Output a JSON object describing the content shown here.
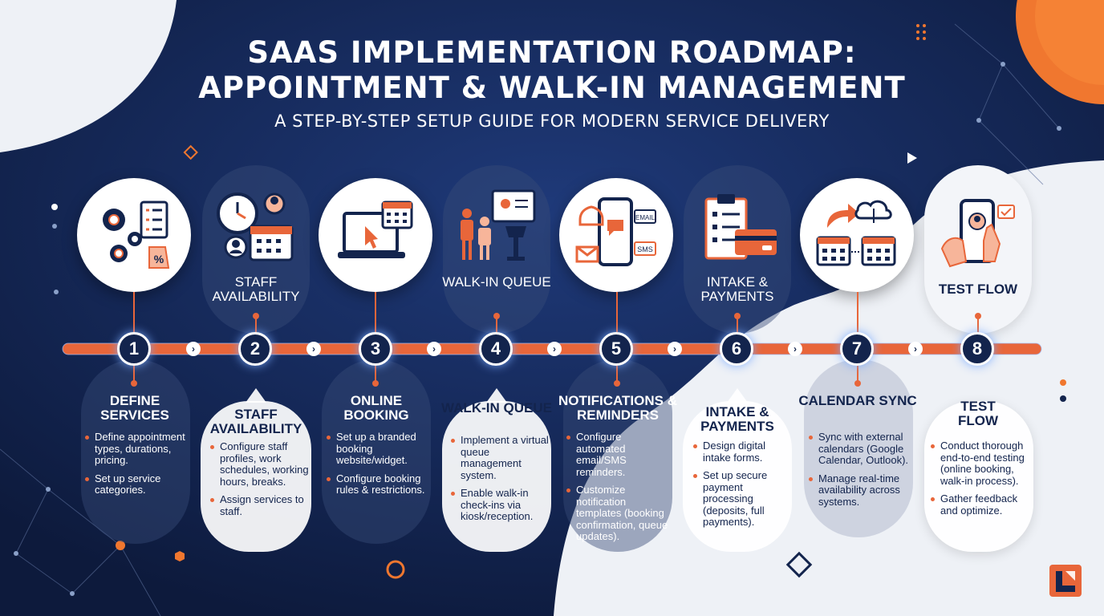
{
  "header": {
    "title_line1": "SAAS IMPLEMENTATION ROADMAP:",
    "title_line2": "APPOINTMENT & WALK-IN MANAGEMENT",
    "subtitle": "A STEP-BY-STEP SETUP GUIDE FOR MODERN SERVICE DELIVERY"
  },
  "colors": {
    "accent": "#e8663a",
    "navy": "#13244d",
    "background": "#0f1f45"
  },
  "steps": [
    {
      "number": "1",
      "top_label": "",
      "title": "DEFINE SERVICES",
      "bullets": [
        "Define appointment types, durations, pricing.",
        "Set up service categories."
      ],
      "icon": "gears-checklist-icon"
    },
    {
      "number": "2",
      "top_label": "STAFF AVAILABILITY",
      "title": "STAFF AVAILABILITY",
      "bullets": [
        "Configure staff profiles, work schedules, working hours, breaks.",
        "Assign services to staff."
      ],
      "icon": "clock-calendar-staff-icon"
    },
    {
      "number": "3",
      "top_label": "",
      "title": "ONLINE BOOKING",
      "bullets": [
        "Set up a branded booking website/widget.",
        "Configure booking rules & restrictions."
      ],
      "icon": "laptop-booking-icon"
    },
    {
      "number": "4",
      "top_label": "WALK-IN QUEUE",
      "title": "WALK-IN QUEUE",
      "bullets": [
        "Implement a virtual queue management system.",
        "Enable walk-in check-ins via kiosk/reception."
      ],
      "icon": "queue-kiosk-icon"
    },
    {
      "number": "5",
      "top_label": "",
      "title": "NOTIFICATIONS & REMINDERS",
      "bullets": [
        "Configure automated email/SMS reminders.",
        "Customize notification templates (booking confirmation, queue updates)."
      ],
      "icon": "phone-notification-icon"
    },
    {
      "number": "6",
      "top_label": "INTAKE & PAYMENTS",
      "title": "INTAKE & PAYMENTS",
      "bullets": [
        "Design digital intake forms.",
        "Set up secure payment processing (deposits, full payments)."
      ],
      "icon": "clipboard-card-icon"
    },
    {
      "number": "7",
      "top_label": "",
      "title": "CALENDAR SYNC",
      "bullets": [
        "Sync with external calendars (Google Calendar, Outlook).",
        "Manage real-time availability across systems."
      ],
      "icon": "calendar-sync-icon"
    },
    {
      "number": "8",
      "top_label": "TEST FLOW",
      "title": "TEST FLOW",
      "bullets": [
        "Conduct thorough end-to-end testing (online booking, walk-in process).",
        "Gather feedback and optimize."
      ],
      "icon": "phone-test-icon"
    }
  ],
  "icon_texts": {
    "sms": "SMS",
    "email_tag": "EMAIL",
    "percent": "%"
  },
  "logo": "brand-logo-icon"
}
